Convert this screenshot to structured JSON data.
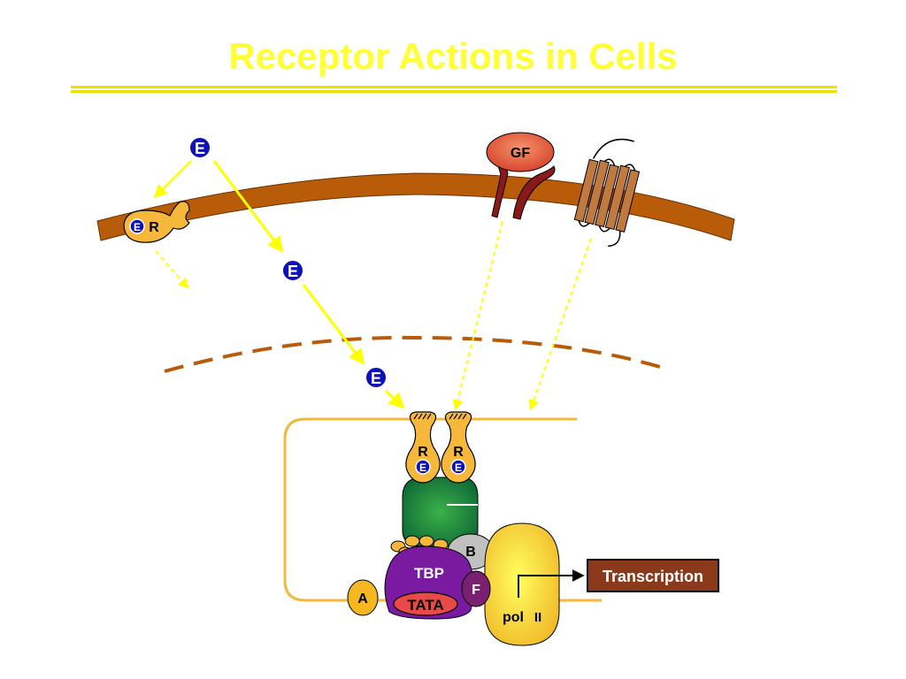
{
  "slide": {
    "title": "Receptor Actions in Cells"
  },
  "labels": {
    "estrogen": "E",
    "receptor": "R",
    "growth_factor": "GF",
    "tbp": "TBP",
    "tata": "TATA",
    "factor_a": "A",
    "factor_b": "B",
    "factor_f": "F",
    "polymerase": "pol",
    "polymerase_roman": "II",
    "transcription": "Transcription"
  },
  "colors": {
    "title": "#ffff33",
    "membrane": "#b85c0a",
    "estrogen": "#1010b8",
    "receptor": "#f5b83a",
    "arrow": "#ffff00",
    "tbp": "#7a1aa0",
    "tata": "#e84a4a",
    "coactivator": "#1a8a3c",
    "polymerase": "#f5cc20",
    "transcription_box": "#8a3a1a"
  }
}
